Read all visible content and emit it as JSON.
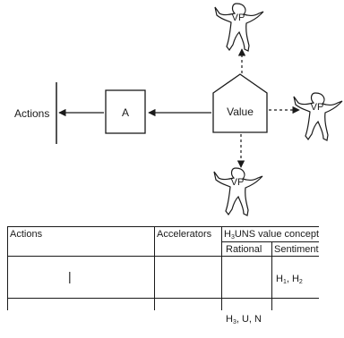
{
  "diagram": {
    "actions_label": "Actions",
    "box_a_label": "A",
    "value_label": "Value",
    "figure_label": "VP"
  },
  "table": {
    "actions_header": "Actions",
    "accelerators_header": "Accelerators",
    "concept_header_h": "H",
    "concept_header_sub": "3",
    "concept_header_rest": "UNS value concept",
    "rational_header": "Rational",
    "sentiment_header": "Sentiment",
    "row1_actions_mark": "|",
    "row1_sentiment_h1": "H",
    "row1_sentiment_sub1": "1",
    "row1_sentiment_sep": ", H",
    "row1_sentiment_sub2": "2",
    "row2_rational_h": "H",
    "row2_rational_sub": "3",
    "row2_rational_rest": ", U, N"
  }
}
